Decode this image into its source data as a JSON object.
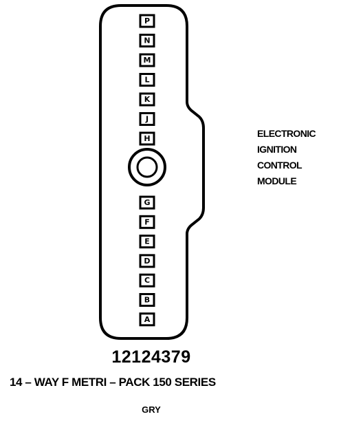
{
  "connector": {
    "pins_upper": [
      "P",
      "N",
      "M",
      "L",
      "K",
      "J",
      "H"
    ],
    "pins_lower": [
      "G",
      "F",
      "E",
      "D",
      "C",
      "B",
      "A"
    ],
    "center_feature": "locking-post"
  },
  "module_label": {
    "lines": [
      "ELECTRONIC",
      "IGNITION",
      "CONTROL",
      "MODULE"
    ]
  },
  "part_number": "12124379",
  "connector_description": "14 – WAY F METRI – PACK 150 SERIES",
  "color_code": "GRY"
}
